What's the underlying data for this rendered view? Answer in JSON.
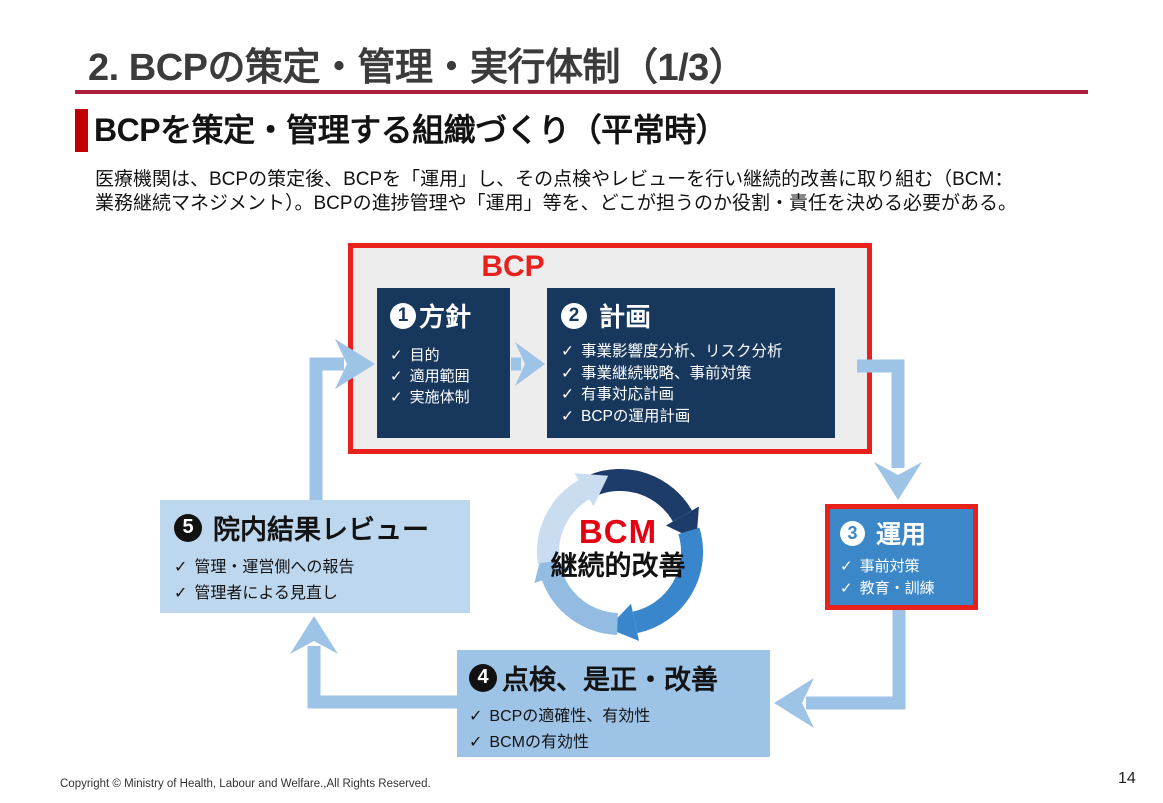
{
  "header": {
    "title": "2. BCPの策定・管理・実行体制（1/3）"
  },
  "section": {
    "heading": "BCPを策定・管理する組織づくり（平常時）"
  },
  "intro": {
    "line1": "医療機関は、BCPの策定後、BCPを「運用」し、その点検やレビューを行い継続的改善に取り組む（BCM：",
    "line2": "業務継続マネジメント）。BCPの進捗管理や「運用」等を、どこが担うのか役割・責任を決める必要がある。"
  },
  "glyphs": {
    "check": "✓"
  },
  "diagram": {
    "group_label": "BCP",
    "cycle_label": "BCM",
    "cycle_sublabel": "継続的改善",
    "steps": [
      {
        "num": "1",
        "title": "方針",
        "items": [
          "目的",
          "適用範囲",
          "実施体制"
        ]
      },
      {
        "num": "2",
        "title": "計画",
        "items": [
          "事業影響度分析、リスク分析",
          "事業継続戦略、事前対策",
          "有事対応計画",
          "BCPの運用計画"
        ]
      },
      {
        "num": "3",
        "title": "運用",
        "items": [
          "事前対策",
          "教育・訓練"
        ]
      },
      {
        "num": "4",
        "title": "点検、是正・改善",
        "items": [
          "BCPの適確性、有効性",
          "BCMの有効性"
        ]
      },
      {
        "num": "5",
        "title": "院内結果レビュー",
        "items": [
          "管理・運営側への報告",
          "管理者による見直し"
        ]
      }
    ]
  },
  "footer": {
    "copyright": "Copyright © Ministry of Health, Labour and Welfare.,All Rights Reserved.",
    "page_number": "14"
  },
  "colors": {
    "accent_red": "#e8211d",
    "title_rule_red": "#b01f3e",
    "section_bar_red": "#c00000",
    "navy_box": "#17375d",
    "blue_box": "#3b87c8",
    "light_blue_box": "#9dc3e6",
    "pale_blue_box": "#bdd7ee",
    "connector_blue": "#9dc3e6",
    "bcm_red": "#e60012",
    "group_fill_gray": "#ededed",
    "cycle_navy": "#1e3c69",
    "cycle_blue": "#3a86cd",
    "cycle_light_blue": "#92bce2",
    "cycle_pale_blue": "#c9dcf0"
  }
}
